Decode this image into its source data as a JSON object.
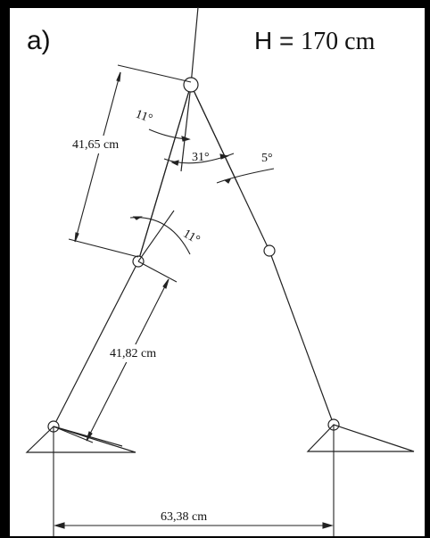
{
  "figure": {
    "panel_label": "a)",
    "height_label": {
      "prefix": "H = ",
      "value": "170 cm"
    },
    "measurements": {
      "thigh_length": "41,65 cm",
      "shank_length": "41,82 cm",
      "step_width": "63,38 cm"
    },
    "angles": {
      "hip_left_upper": "11°",
      "hip_between_legs": "31°",
      "hip_right": "5°",
      "knee_left": "11°"
    }
  }
}
